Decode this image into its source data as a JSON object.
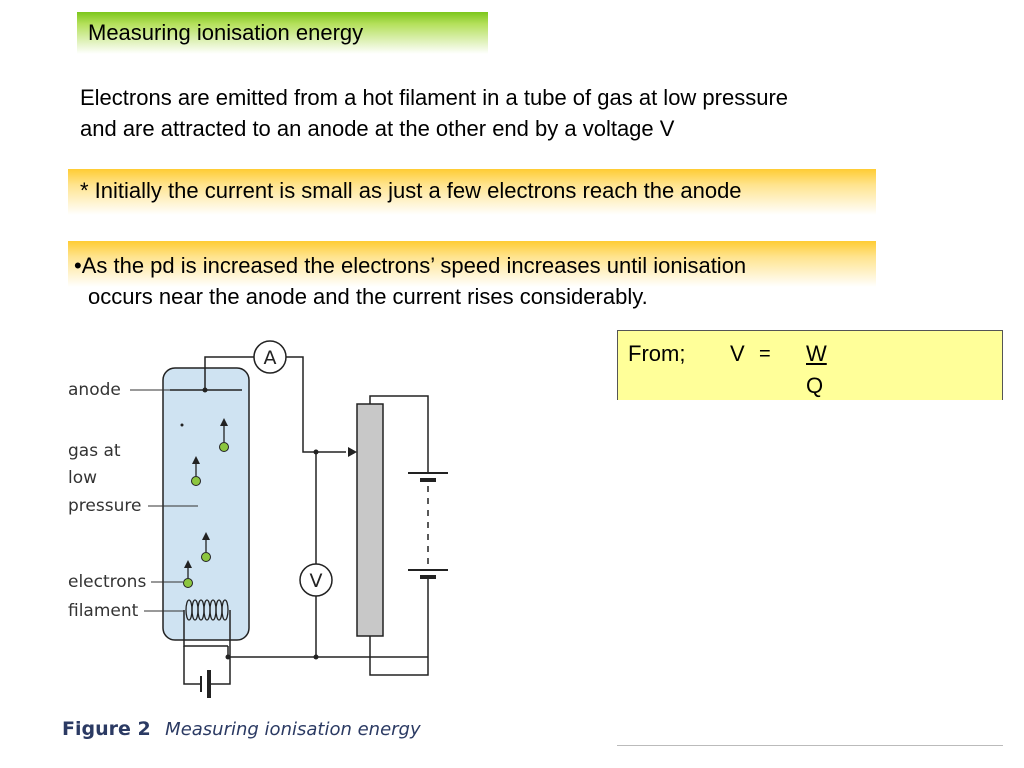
{
  "slide": {
    "title": "Measuring ionisation energy",
    "intro_line1": "Electrons are emitted from a hot filament in a tube of gas at low pressure",
    "intro_line2": "and are attracted to an anode at the other end by a voltage V",
    "point1": "* Initially the current is small as just a few electrons reach the anode",
    "point2_line1": "•As the pd is increased the electrons’ speed increases until ionisation",
    "point2_line2": "occurs near the anode and the current rises considerably."
  },
  "formula": {
    "prefix": "From;",
    "lhs": "V",
    "equals": "=",
    "numerator": "W",
    "denominator": "Q"
  },
  "figure": {
    "labels": {
      "anode": "anode",
      "gas_line1": "gas at",
      "gas_line2": "low",
      "gas_line3": "pressure",
      "electrons": "electrons",
      "filament": "filament"
    },
    "ammeter": "A",
    "voltmeter": "V",
    "caption_number": "Figure 2",
    "caption_text": "Measuring ionisation energy"
  },
  "colors": {
    "title_band": "#7cc61c",
    "highlight_band": "#ffcc33",
    "formula_box": "#ffff99",
    "tube_fill": "#cfe3f2",
    "electron_fill": "#8cc63f",
    "rheostat_fill": "#c8c8c8",
    "caption": "#2b3a63"
  }
}
